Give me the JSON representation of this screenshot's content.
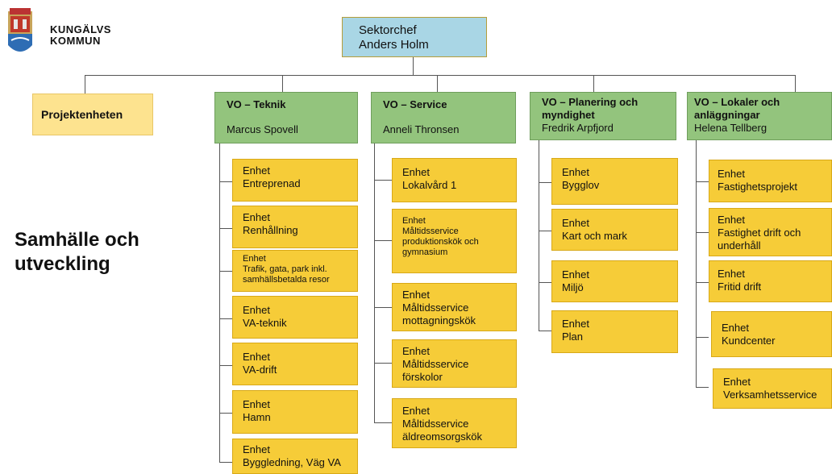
{
  "logo": {
    "line1": "KUNGÄLVS",
    "line2": "KOMMUN"
  },
  "side_title": {
    "line1": "Samhälle och",
    "line2": "utveckling"
  },
  "top": {
    "title": "Sektorchef",
    "name": "Anders Holm"
  },
  "projekt": {
    "label": "Projektenheten"
  },
  "columns": [
    {
      "head": "VO – Teknik",
      "name": "Marcus Spovell",
      "units": [
        {
          "t1": "Enhet",
          "t2": "Entreprenad"
        },
        {
          "t1": "Enhet",
          "t2": "Renhållning"
        },
        {
          "t1": "Enhet",
          "t2": "Trafik, gata, park inkl.",
          "t3": "samhällsbetalda resor"
        },
        {
          "t1": "Enhet",
          "t2": "VA-teknik"
        },
        {
          "t1": "Enhet",
          "t2": "VA-drift"
        },
        {
          "t1": "Enhet",
          "t2": "Hamn"
        },
        {
          "t1": "Enhet",
          "t2": "Byggledning, Väg VA"
        }
      ]
    },
    {
      "head": "VO – Service",
      "name": "Anneli Thronsen",
      "units": [
        {
          "t1": "Enhet",
          "t2": "Lokalvård 1"
        },
        {
          "t1": "Enhet",
          "t2": "Måltidsservice",
          "t3": "produktionskök och",
          "t4": "gymnasium"
        },
        {
          "t1": "Enhet",
          "t2": "Måltidsservice",
          "t3": "mottagningskök"
        },
        {
          "t1": "Enhet",
          "t2": "Måltidsservice",
          "t3": "förskolor"
        },
        {
          "t1": "Enhet",
          "t2": "Måltidsservice",
          "t3": "äldreomsorgskök"
        }
      ]
    },
    {
      "head": "VO – Planering och",
      "head2": "myndighet",
      "name": "Fredrik Arpfjord",
      "units": [
        {
          "t1": "Enhet",
          "t2": "Bygglov"
        },
        {
          "t1": "Enhet",
          "t2": "Kart och mark"
        },
        {
          "t1": "Enhet",
          "t2": "Miljö"
        },
        {
          "t1": "Enhet",
          "t2": "Plan"
        }
      ]
    },
    {
      "head": "VO – Lokaler och",
      "head2": "anläggningar",
      "name": "Helena Tellberg",
      "units": [
        {
          "t1": "Enhet",
          "t2": "Fastighetsprojekt"
        },
        {
          "t1": "Enhet",
          "t2": "Fastighet drift och",
          "t3": "underhåll"
        },
        {
          "t1": "Enhet",
          "t2": "Fritid drift"
        },
        {
          "t1": "Enhet",
          "t2": "Kundcenter"
        },
        {
          "t1": "Enhet",
          "t2": "Verksamhetsservice"
        }
      ]
    }
  ]
}
